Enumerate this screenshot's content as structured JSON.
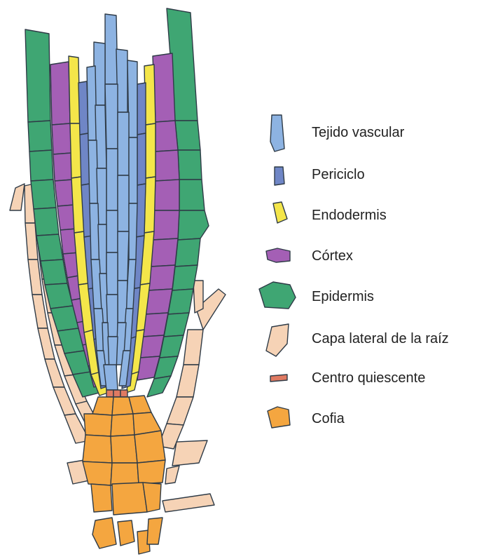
{
  "colors": {
    "vascular": "#8db3e2",
    "pericycle": "#6f86c6",
    "endodermis": "#f4e64a",
    "cortex": "#a45fb5",
    "epidermis": "#3fa673",
    "lateral_root_cap": "#f6d3b6",
    "quiescent_center": "#e07a62",
    "columella": "#f4a640",
    "outline": "#2f3b47"
  },
  "legend": [
    {
      "label": "Tejido vascular",
      "color": "#8db3e2"
    },
    {
      "label": "Periciclo",
      "color": "#6f86c6"
    },
    {
      "label": "Endodermis",
      "color": "#f4e64a"
    },
    {
      "label": "Córtex",
      "color": "#a45fb5"
    },
    {
      "label": "Epidermis",
      "color": "#3fa673"
    },
    {
      "label": "Capa lateral de la raíz",
      "color": "#f6d3b6"
    },
    {
      "label": "Centro quiescente",
      "color": "#e07a62"
    },
    {
      "label": "Cofia",
      "color": "#f4a640"
    }
  ]
}
